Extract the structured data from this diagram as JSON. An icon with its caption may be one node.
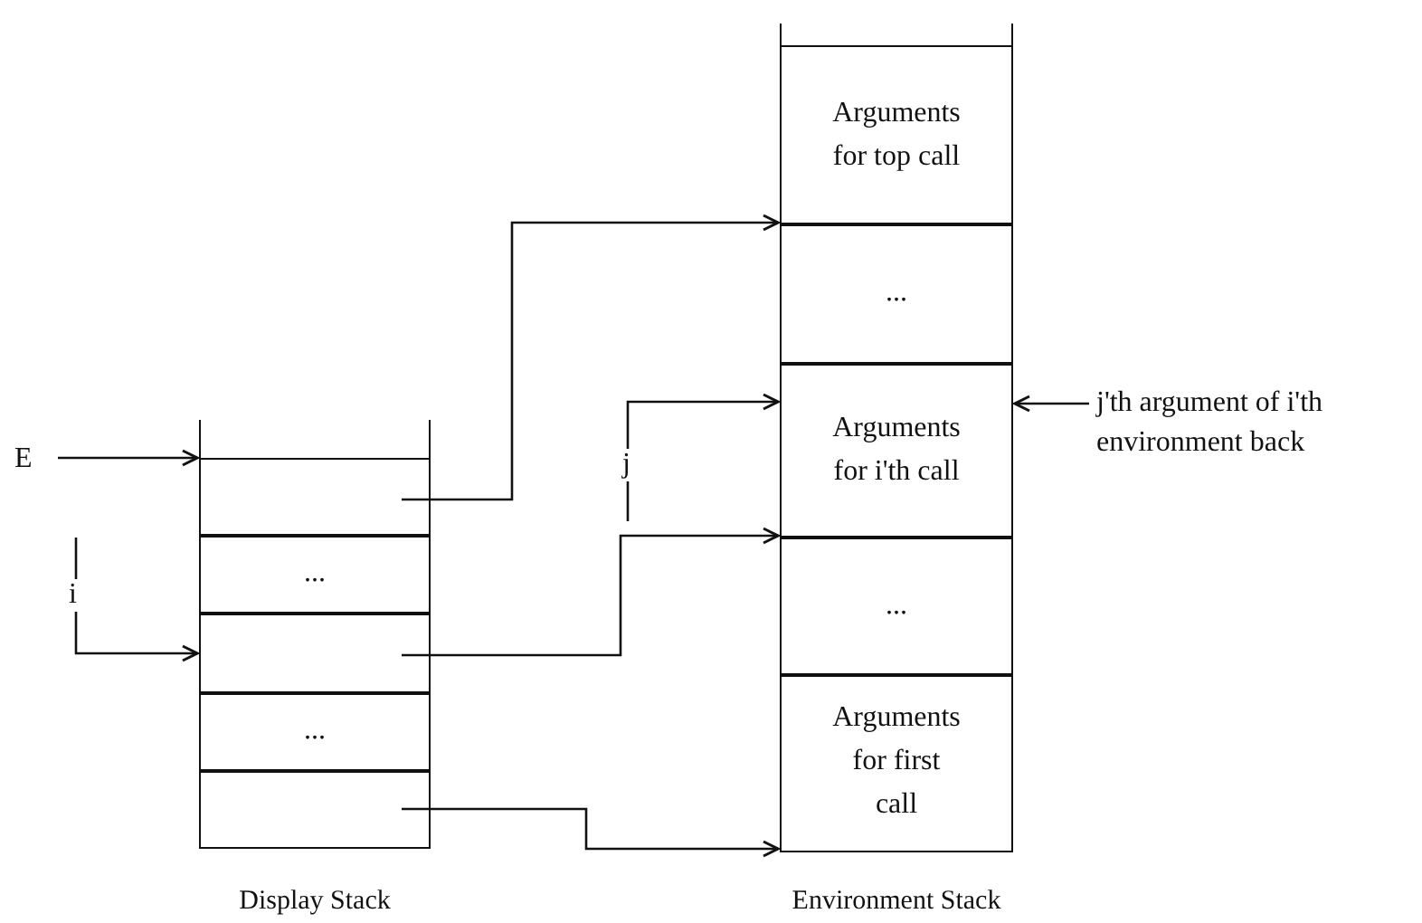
{
  "diagram": {
    "nodes": [
      {
        "text": [
          "E"
        ]
      },
      {
        "text": [
          "Display Stack"
        ]
      },
      {
        "text": [],
        "shape": "box",
        "in": 1
      },
      {
        "text": [
          "..."
        ],
        "in": 1
      },
      {
        "text": [],
        "shape": "box",
        "in": 1
      },
      {
        "text": [
          "..."
        ],
        "in": 1
      },
      {
        "text": [],
        "shape": "box",
        "in": 1
      },
      {
        "text": [
          "Environment Stack"
        ]
      },
      {
        "text": [
          "Arguments for top call"
        ],
        "in": 7
      },
      {
        "text": [
          "..."
        ],
        "in": 7
      },
      {
        "text": [
          "Arguments for i'th call"
        ],
        "in": 7
      },
      {
        "text": [
          "..."
        ],
        "in": 7
      },
      {
        "text": [
          "Arguments for first call"
        ],
        "in": 7
      },
      {
        "text": [
          "j'th argument of i'th environment back"
        ]
      }
    ],
    "edges": [
      {
        "from": 0,
        "to": 2,
        "arrow": "to"
      },
      {
        "from": 2,
        "to": 8,
        "arrow": "to"
      },
      {
        "from": null,
        "to": 4,
        "arrow": "to",
        "label": "i"
      },
      {
        "from": 4,
        "to": 10,
        "arrow": "to"
      },
      {
        "from": 6,
        "to": 12,
        "arrow": "to"
      },
      {
        "from": null,
        "to": 10,
        "arrow": "to",
        "label": "j"
      },
      {
        "from": 13,
        "to": 10,
        "arrow": "to"
      }
    ]
  }
}
